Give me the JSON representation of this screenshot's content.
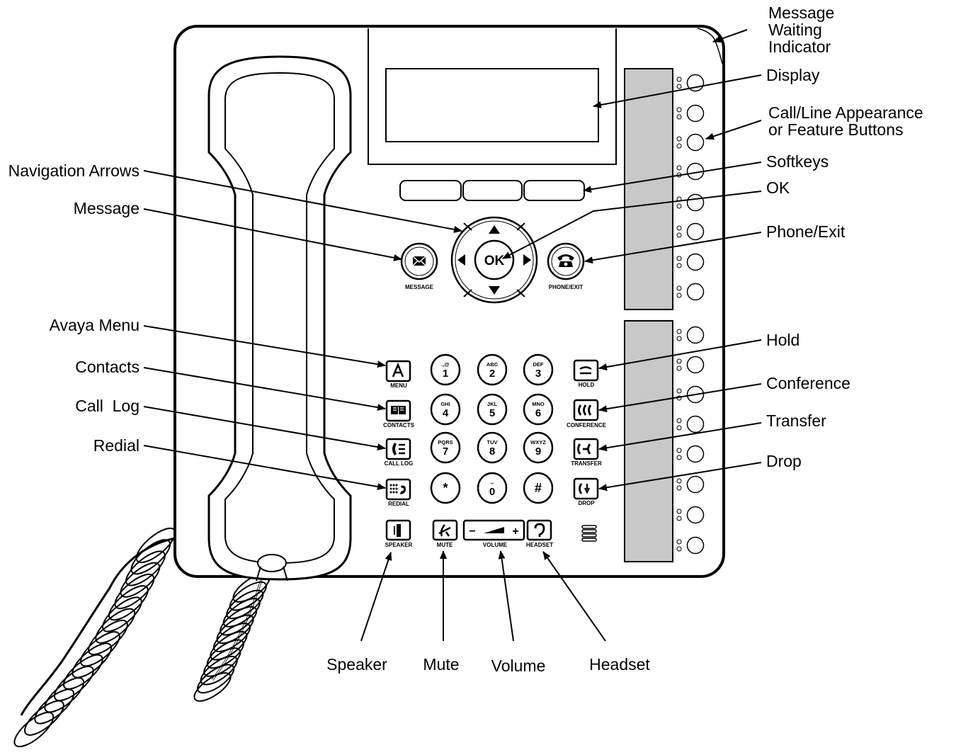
{
  "callouts": {
    "message_waiting": [
      "Message",
      "Waiting",
      "Indicator"
    ],
    "display": "Display",
    "line_buttons": [
      "Call/Line Appearance",
      "or Feature Buttons"
    ],
    "softkeys": "Softkeys",
    "ok": "OK",
    "phone_exit": "Phone/Exit",
    "navigation_arrows": "Navigation Arrows",
    "message": "Message",
    "avaya_menu": "Avaya Menu",
    "contacts": "Contacts",
    "call_log": "Call  Log",
    "redial": "Redial",
    "hold": "Hold",
    "conference": "Conference",
    "transfer": "Transfer",
    "drop": "Drop",
    "speaker": "Speaker",
    "mute": "Mute",
    "volume": "Volume",
    "headset": "Headset"
  },
  "buttons": {
    "message": "MESSAGE",
    "phone_exit": "PHONE/EXIT",
    "ok": "OK",
    "menu": "MENU",
    "contacts": "CONTACTS",
    "call_log": "CALL LOG",
    "redial": "REDIAL",
    "hold": "HOLD",
    "conference": "CONFERENCE",
    "transfer": "TRANSFER",
    "drop": "DROP",
    "speaker": "SPEAKER",
    "mute": "MUTE",
    "volume": "VOLUME",
    "headset": "HEADSET",
    "volume_minus": "−",
    "volume_plus": "+"
  },
  "keypad": [
    {
      "num": "1",
      "letters": ".,@"
    },
    {
      "num": "2",
      "letters": "ABC"
    },
    {
      "num": "3",
      "letters": "DEF"
    },
    {
      "num": "4",
      "letters": "GHI"
    },
    {
      "num": "5",
      "letters": "JKL"
    },
    {
      "num": "6",
      "letters": "MNO"
    },
    {
      "num": "7",
      "letters": "PQRS"
    },
    {
      "num": "8",
      "letters": "TUV"
    },
    {
      "num": "9",
      "letters": "WXYZ"
    },
    {
      "num": "*",
      "letters": ""
    },
    {
      "num": "0",
      "letters": "⌣"
    },
    {
      "num": "#",
      "letters": ""
    }
  ],
  "icons": {
    "message": "envelope-icon",
    "phone_exit": "phone-icon",
    "menu": "avaya-a-icon",
    "contacts": "book-icon",
    "call_log": "call-log-icon",
    "redial": "redial-icon",
    "hold": "hold-icon",
    "conference": "conference-icon",
    "transfer": "transfer-icon",
    "drop": "drop-icon",
    "speaker": "speaker-icon",
    "mute": "mute-icon",
    "headset": "headset-icon"
  },
  "colors": {
    "outline": "#000000",
    "label_panel": "#c8c8c8",
    "background": "#ffffff"
  }
}
